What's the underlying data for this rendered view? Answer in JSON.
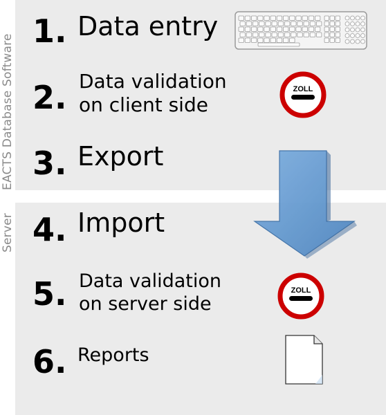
{
  "side_labels": {
    "top": "EACTS Database Software",
    "bottom": "Server"
  },
  "steps": [
    {
      "number": "1.",
      "lines": [
        "Data entry"
      ]
    },
    {
      "number": "2.",
      "lines": [
        "Data validation",
        "on client side"
      ]
    },
    {
      "number": "3.",
      "lines": [
        "Export"
      ]
    },
    {
      "number": "4.",
      "lines": [
        "Import"
      ]
    },
    {
      "number": "5.",
      "lines": [
        "Data validation",
        "on server side"
      ]
    },
    {
      "number": "6.",
      "lines": [
        "Reports"
      ]
    }
  ],
  "signs": {
    "customs_text": "ZOLL"
  },
  "icons": [
    "keyboard-icon",
    "customs-stop-sign-icon",
    "down-arrow-icon",
    "document-icon"
  ],
  "colors": {
    "panel": "#ebebeb",
    "side_label": "#8a8a8a",
    "sign_red": "#cc0000",
    "arrow_blue": "#6fa3d8"
  }
}
